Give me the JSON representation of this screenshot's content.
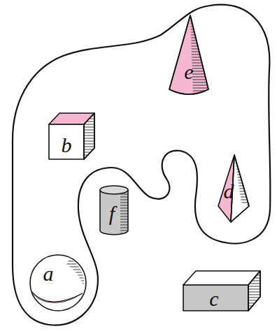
{
  "diagram": {
    "labels": [
      "e",
      "b",
      "d",
      "f",
      "a",
      "c"
    ]
  }
}
